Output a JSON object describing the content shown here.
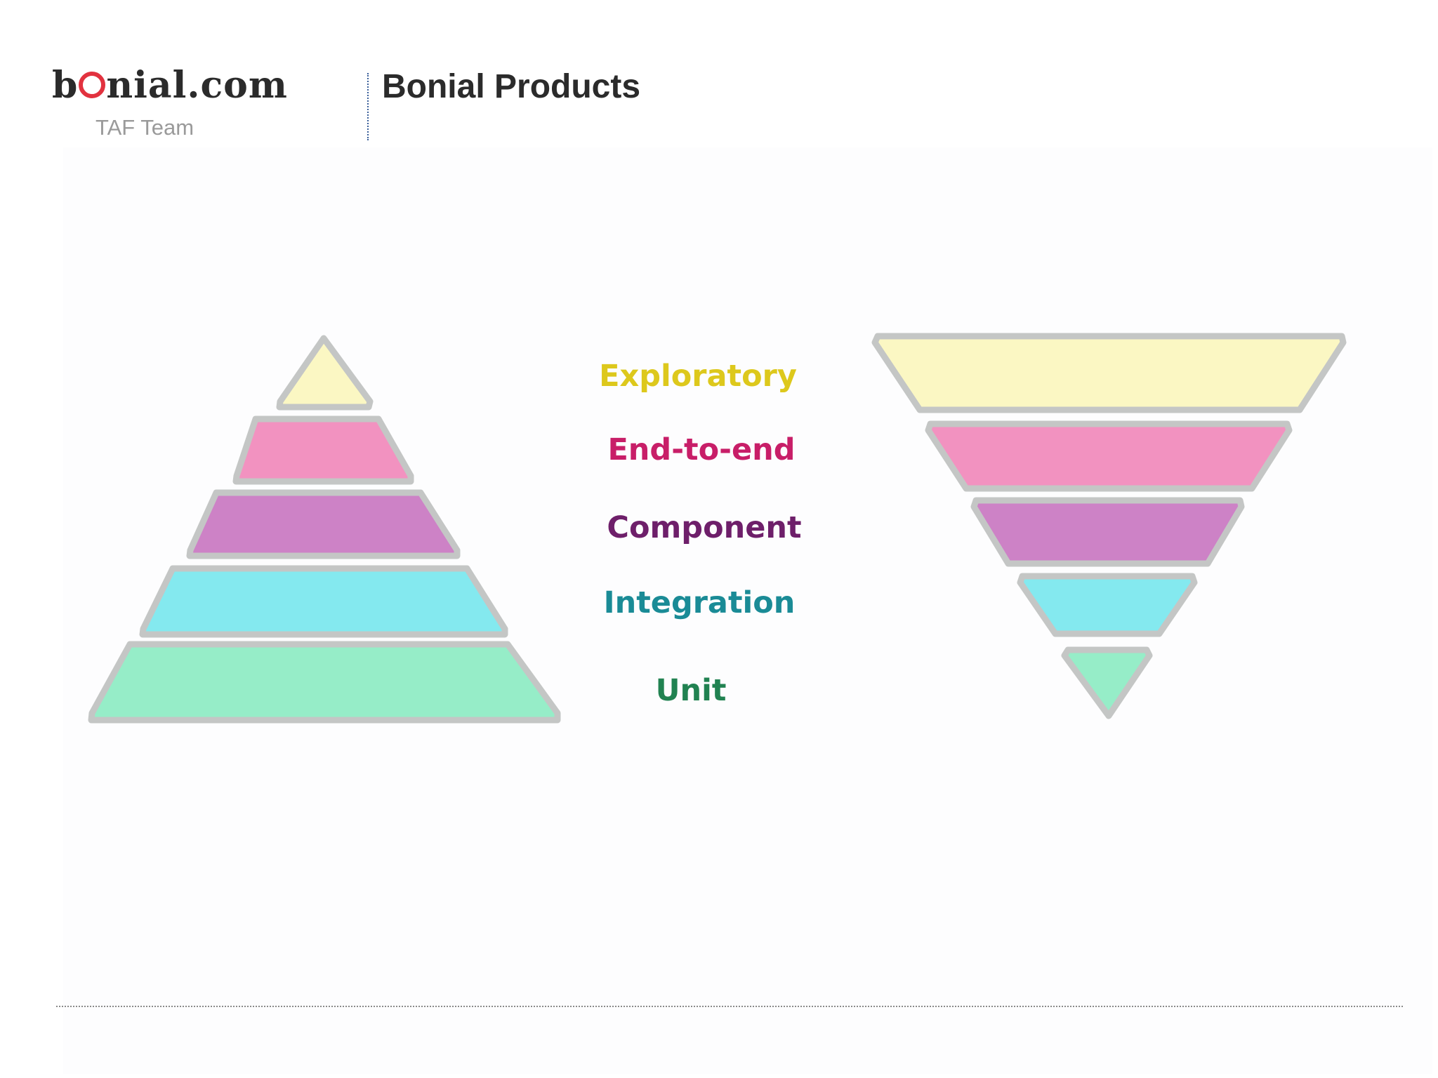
{
  "header": {
    "logo_prefix": "b",
    "logo_suffix": "nial.com",
    "subtitle": "TAF Team",
    "title": "Bonial Products"
  },
  "colors": {
    "logo_accent": "#e2323f",
    "outline": "#c4c6c5",
    "exploratory_fill": "#fbf7c3",
    "end_to_end_fill": "#f292c0",
    "component_fill": "#cd82c6",
    "integration_fill": "#84e9ef",
    "unit_fill": "#96edc8",
    "exploratory_text": "#ddc81c",
    "end_to_end_text": "#c81e68",
    "component_text": "#6e1f6a",
    "integration_text": "#1a8b96",
    "unit_text": "#218251"
  },
  "layers": [
    {
      "label": "Exploratory",
      "left_pyramid_rank": 1,
      "right_pyramid_rank": 1
    },
    {
      "label": "End-to-end",
      "left_pyramid_rank": 2,
      "right_pyramid_rank": 2
    },
    {
      "label": "Component",
      "left_pyramid_rank": 3,
      "right_pyramid_rank": 3
    },
    {
      "label": "Integration",
      "left_pyramid_rank": 4,
      "right_pyramid_rank": 4
    },
    {
      "label": "Unit",
      "left_pyramid_rank": 5,
      "right_pyramid_rank": 5
    }
  ]
}
